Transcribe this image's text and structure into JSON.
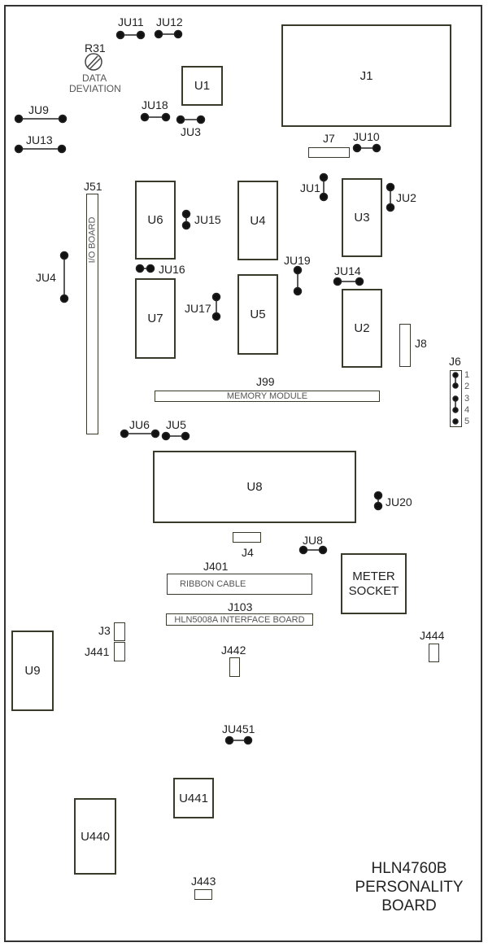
{
  "board_title": [
    "HLN4760B",
    "PERSONALITY",
    "BOARD"
  ],
  "pot": {
    "ref": "R31",
    "caption": [
      "DATA",
      "DEVIATION"
    ]
  },
  "components": {
    "J1": "J1",
    "U1": "U1",
    "U2": "U2",
    "U3": "U3",
    "U4": "U4",
    "U5": "U5",
    "U6": "U6",
    "U7": "U7",
    "U8": "U8",
    "U9": "U9",
    "U440": "U440",
    "U441": "U441",
    "meter": [
      "METER",
      "SOCKET"
    ]
  },
  "connectors": {
    "J7": "J7",
    "J8": "J8",
    "J6": "J6",
    "J51": "J51",
    "J51_text": "I/O BOARD",
    "J99": "J99",
    "J99_text": "MEMORY MODULE",
    "J4": "J4",
    "J401": "J401",
    "J401_text": "RIBBON CABLE",
    "J103": "J103",
    "J103_text": "HLN5008A INTERFACE BOARD",
    "J3": "J3",
    "J441": "J441",
    "J442": "J442",
    "J443": "J443",
    "J444": "J444",
    "J6_pins": [
      "1",
      "2",
      "3",
      "4",
      "5"
    ]
  },
  "jumpers": {
    "JU1": "JU1",
    "JU2": "JU2",
    "JU3": "JU3",
    "JU4": "JU4",
    "JU5": "JU5",
    "JU6": "JU6",
    "JU8": "JU8",
    "JU9": "JU9",
    "JU10": "JU10",
    "JU11": "JU11",
    "JU12": "JU12",
    "JU13": "JU13",
    "JU14": "JU14",
    "JU15": "JU15",
    "JU16": "JU16",
    "JU17": "JU17",
    "JU18": "JU18",
    "JU19": "JU19",
    "JU20": "JU20",
    "JU451": "JU451"
  }
}
